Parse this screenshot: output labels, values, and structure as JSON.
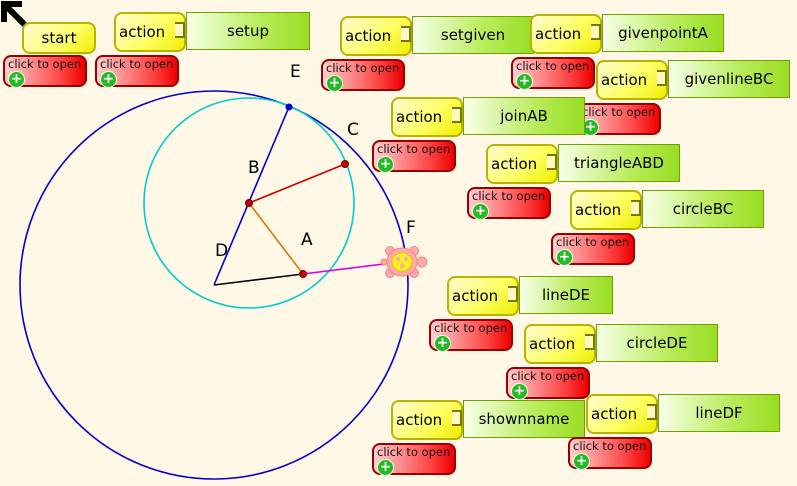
{
  "start_label": "start",
  "action_label": "action",
  "open_label": "click to open",
  "plus_glyph": "+",
  "procedures": [
    "setup",
    "setgiven",
    "givenpointA",
    "givenlineBC",
    "joinAB",
    "triangleABD",
    "circleBC",
    "lineDE",
    "circleDE",
    "shownname",
    "lineDF"
  ],
  "points": {
    "A": "A",
    "B": "B",
    "C": "C",
    "D": "D",
    "E": "E",
    "F": "F"
  },
  "colors": {
    "background": "#fff8e6",
    "big_circle": "#0000cc",
    "small_circle": "#00cccc",
    "segment_DB_E": "#0000cc",
    "segment_BC": "#cc0000",
    "segment_AB": "#dd7700",
    "segment_DA": "#000000",
    "segment_AF": "#dd00dd",
    "turtle": "#ffaaaa"
  },
  "icons": {
    "pointer": "arrow-up-left-icon",
    "turtle": "turtle-icon"
  }
}
